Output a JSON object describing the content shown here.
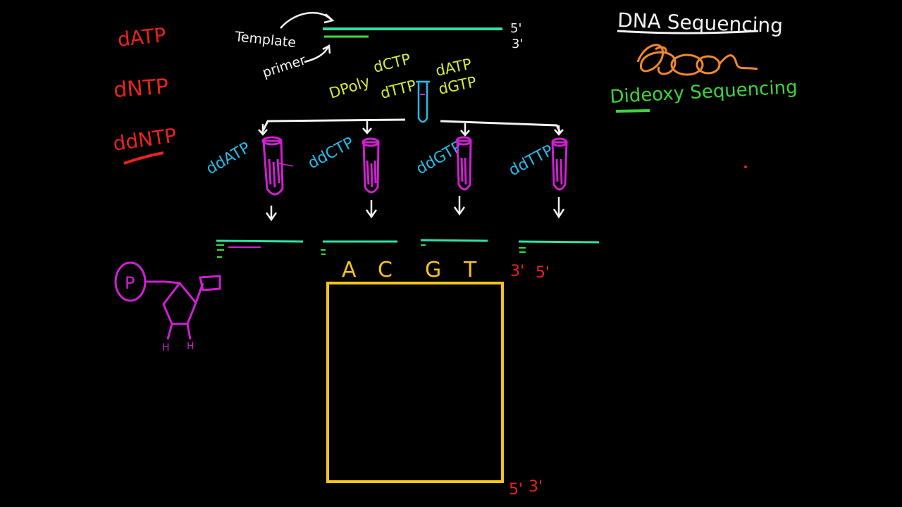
{
  "title": "DNA Sequencing",
  "subtitle": "Dideoxy Sequencing",
  "left_notes": [
    "dATP",
    "dNTP",
    "ddNTP"
  ],
  "template": {
    "label_template": "Template",
    "label_primer": "primer",
    "end_5": "5'",
    "end_3": "3'"
  },
  "master_mix": {
    "left": "DPoly",
    "mid_top": "dCTP",
    "mid_bottom": "dTTP",
    "right_top": "dATP",
    "right_bottom": "dGTP"
  },
  "tubes": [
    {
      "label": "ddATP"
    },
    {
      "label": "ddCTP"
    },
    {
      "label": "ddGTP"
    },
    {
      "label": "ddTTP"
    }
  ],
  "gel": {
    "lanes": [
      "A",
      "C",
      "G",
      "T"
    ],
    "top_ends": [
      "3'",
      "5'"
    ],
    "bottom_ends": [
      "5'",
      "3'"
    ]
  },
  "nucleotide": {
    "phosphate": "P",
    "h1": "H",
    "h2": "H"
  },
  "colors": {
    "background": "#000000",
    "white": "#f2f2f2",
    "red": "#e8231f",
    "green_strand": "#2fe3a5",
    "primer_green": "#34e23a",
    "yellow": "#d8e83a",
    "blue": "#2ab8e8",
    "magenta": "#d01fd2",
    "gel_yellow": "#f5c518",
    "orange": "#f0892b"
  }
}
